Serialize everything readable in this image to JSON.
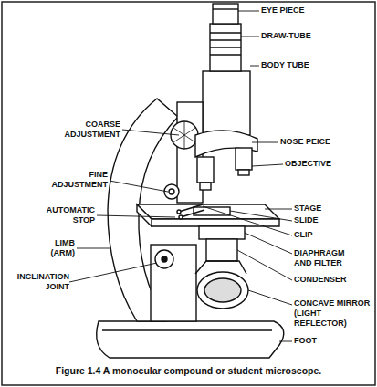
{
  "diagram": {
    "caption": "Figure 1.4 A monocular compound or student microscope.",
    "labels": [
      "EYE PIECE",
      "DRAW-TUBE",
      "BODY TUBE",
      "COARSE ADJUSTMENT",
      "NOSE PEICE",
      "OBJECTIVE",
      "FINE ADJUSTMENT",
      "AUTOMATIC STOP",
      "STAGE",
      "SLIDE",
      "CLIP",
      "LIMB (ARM)",
      "DIAPHRAGM AND FILTER",
      "INCLINATION JOINT",
      "CONDENSER",
      "CONCAVE MIRROR (LIGHT REFLECTOR)",
      "FOOT"
    ]
  }
}
